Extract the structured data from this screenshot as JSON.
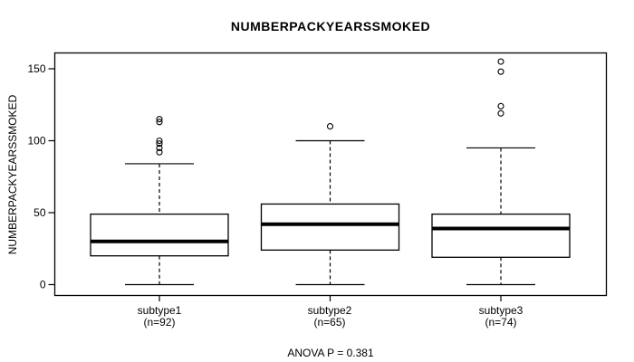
{
  "chart_data": {
    "type": "boxplot",
    "title": "NUMBERPACKYEARSSMOKED",
    "ylabel": "NUMBERPACKYEARSSMOKED",
    "annotation": "ANOVA P = 0.381",
    "ylim": [
      0,
      160
    ],
    "y_ticks": [
      0,
      50,
      100,
      150
    ],
    "grid": false,
    "groups": [
      {
        "label": "subtype1",
        "n_label": "(n=92)",
        "n": 92,
        "whisker_low": 0,
        "q1": 20,
        "median": 30,
        "q3": 49,
        "whisker_high": 84,
        "outliers": [
          92,
          95,
          98,
          100,
          113,
          115
        ]
      },
      {
        "label": "subtype2",
        "n_label": "(n=65)",
        "n": 65,
        "whisker_low": 0,
        "q1": 24,
        "median": 42,
        "q3": 56,
        "whisker_high": 100,
        "outliers": [
          110
        ]
      },
      {
        "label": "subtype3",
        "n_label": "(n=74)",
        "n": 74,
        "whisker_low": 0,
        "q1": 19,
        "median": 39,
        "q3": 49,
        "whisker_high": 95,
        "outliers": [
          119,
          124,
          148,
          155
        ]
      }
    ],
    "colors": {
      "stroke": "#000000",
      "box_fill": "#ffffff",
      "background": "#ffffff"
    }
  }
}
